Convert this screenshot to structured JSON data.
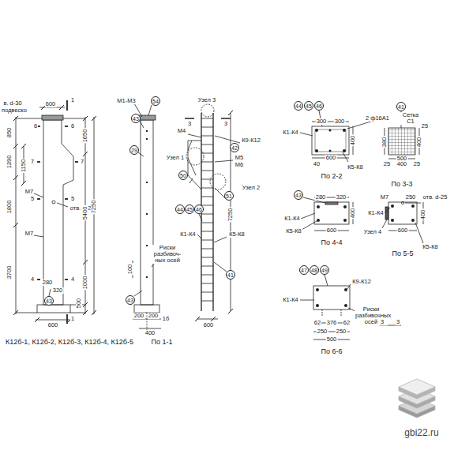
{
  "diagram": {
    "nodes": [
      {
        "text": [
          "43"
        ]
      },
      {
        "text": [
          "54"
        ]
      },
      {
        "text": [
          "43"
        ]
      },
      {
        "text": [
          "29"
        ]
      },
      {
        "text": [
          "43"
        ]
      },
      {
        "text": [
          "42"
        ]
      },
      {
        "text": [
          "50"
        ]
      },
      {
        "text": [
          "51"
        ]
      },
      {
        "text": [
          "44"
        ]
      },
      {
        "text": [
          "45"
        ]
      },
      {
        "text": [
          "46"
        ]
      },
      {
        "text": [
          "41"
        ]
      },
      {
        "text": [
          "44"
        ]
      },
      {
        "text": [
          "45"
        ]
      },
      {
        "text": [
          "46"
        ]
      },
      {
        "text": [
          "41"
        ]
      },
      {
        "text": [
          "43"
        ]
      },
      {
        "text": [
          "47"
        ]
      },
      {
        "text": [
          "48"
        ]
      },
      {
        "text": [
          "49"
        ]
      }
    ],
    "labels": [
      "в. d-30",
      "подвеско",
      "600",
      "1",
      "850",
      "1650",
      "6",
      "6",
      "1390",
      "1150",
      "7",
      "7",
      "1800",
      "5",
      "5",
      "М7",
      "отв. d-25",
      "М7",
      "5400",
      "7250",
      "3700",
      "4",
      "4",
      "280",
      "320",
      "1000",
      "500",
      "600",
      "1",
      "К12б-1, К12б-2, К12б-3, К12б-4, К12б-5",
      "М1-М3",
      "Риски разбивоч-ных осей",
      "100",
      "200",
      "200",
      "400",
      "1б",
      "По 1-1",
      "Узел 3",
      "3",
      "3",
      "М4",
      "К9-К12",
      "Узел 1",
      "М5",
      "М6",
      "Узел 2",
      "К1-К4",
      "К5-К8",
      "7250",
      "600",
      "300",
      "300",
      "2 ф16А1",
      "Сетка С1",
      "К1-К4",
      "400",
      "40",
      "600",
      "К5-К8",
      "По 2-2",
      "380",
      "400",
      "25",
      "25",
      "400",
      "25",
      "500",
      "По 3-3",
      "280",
      "320",
      "К1-К4",
      "К5-К8",
      "400",
      "600",
      "По 4-4",
      "М7",
      "250",
      "отв. d-25",
      "К1-К4",
      "Узел 4",
      "400",
      "600",
      "К5-К8",
      "По 5-5",
      "К9-К12",
      "К1-К4",
      "Риски разбивочных осей",
      "62",
      "376",
      "62",
      "250",
      "250",
      "500",
      "По 6-6",
      "3",
      "3",
      "gbi22.ru"
    ]
  }
}
